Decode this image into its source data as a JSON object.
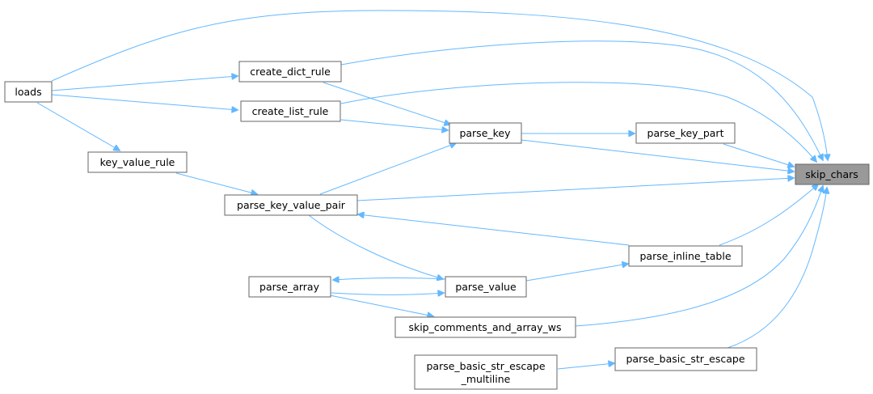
{
  "diagram": {
    "nodes": {
      "loads": {
        "label": "loads"
      },
      "create_dict_rule": {
        "label": "create_dict_rule"
      },
      "create_list_rule": {
        "label": "create_list_rule"
      },
      "key_value_rule": {
        "label": "key_value_rule"
      },
      "parse_key": {
        "label": "parse_key"
      },
      "parse_key_part": {
        "label": "parse_key_part"
      },
      "skip_chars": {
        "label": "skip_chars",
        "highlighted": true
      },
      "parse_key_value_pair": {
        "label": "parse_key_value_pair"
      },
      "parse_inline_table": {
        "label": "parse_inline_table"
      },
      "parse_array": {
        "label": "parse_array"
      },
      "parse_value": {
        "label": "parse_value"
      },
      "skip_comments_and_array_ws": {
        "label": "skip_comments_and_array_ws"
      },
      "parse_basic_str_escape": {
        "label": "parse_basic_str_escape"
      },
      "parse_basic_str_escape_multiline": {
        "label_line1": "parse_basic_str_escape",
        "label_line2": "_multiline"
      }
    },
    "edges": [
      {
        "from": "loads",
        "to": "skip_chars"
      },
      {
        "from": "loads",
        "to": "create_dict_rule"
      },
      {
        "from": "loads",
        "to": "create_list_rule"
      },
      {
        "from": "loads",
        "to": "key_value_rule"
      },
      {
        "from": "create_dict_rule",
        "to": "skip_chars"
      },
      {
        "from": "create_dict_rule",
        "to": "parse_key"
      },
      {
        "from": "create_list_rule",
        "to": "skip_chars"
      },
      {
        "from": "create_list_rule",
        "to": "parse_key"
      },
      {
        "from": "key_value_rule",
        "to": "parse_key_value_pair"
      },
      {
        "from": "parse_key",
        "to": "parse_key_part"
      },
      {
        "from": "parse_key",
        "to": "skip_chars"
      },
      {
        "from": "parse_key_part",
        "to": "skip_chars"
      },
      {
        "from": "parse_key_value_pair",
        "to": "parse_key"
      },
      {
        "from": "parse_key_value_pair",
        "to": "skip_chars"
      },
      {
        "from": "parse_key_value_pair",
        "to": "parse_value"
      },
      {
        "from": "parse_inline_table",
        "to": "parse_key_value_pair"
      },
      {
        "from": "parse_inline_table",
        "to": "skip_chars"
      },
      {
        "from": "parse_value",
        "to": "parse_inline_table"
      },
      {
        "from": "parse_value",
        "to": "parse_array"
      },
      {
        "from": "parse_array",
        "to": "parse_value"
      },
      {
        "from": "parse_array",
        "to": "skip_comments_and_array_ws"
      },
      {
        "from": "skip_comments_and_array_ws",
        "to": "skip_chars"
      },
      {
        "from": "parse_basic_str_escape",
        "to": "skip_chars"
      },
      {
        "from": "parse_basic_str_escape_multiline",
        "to": "parse_basic_str_escape"
      }
    ],
    "colors": {
      "edge": "#63b8ff",
      "node_border": "#666666",
      "node_fill": "#ffffff",
      "focus_fill": "#999999"
    }
  }
}
